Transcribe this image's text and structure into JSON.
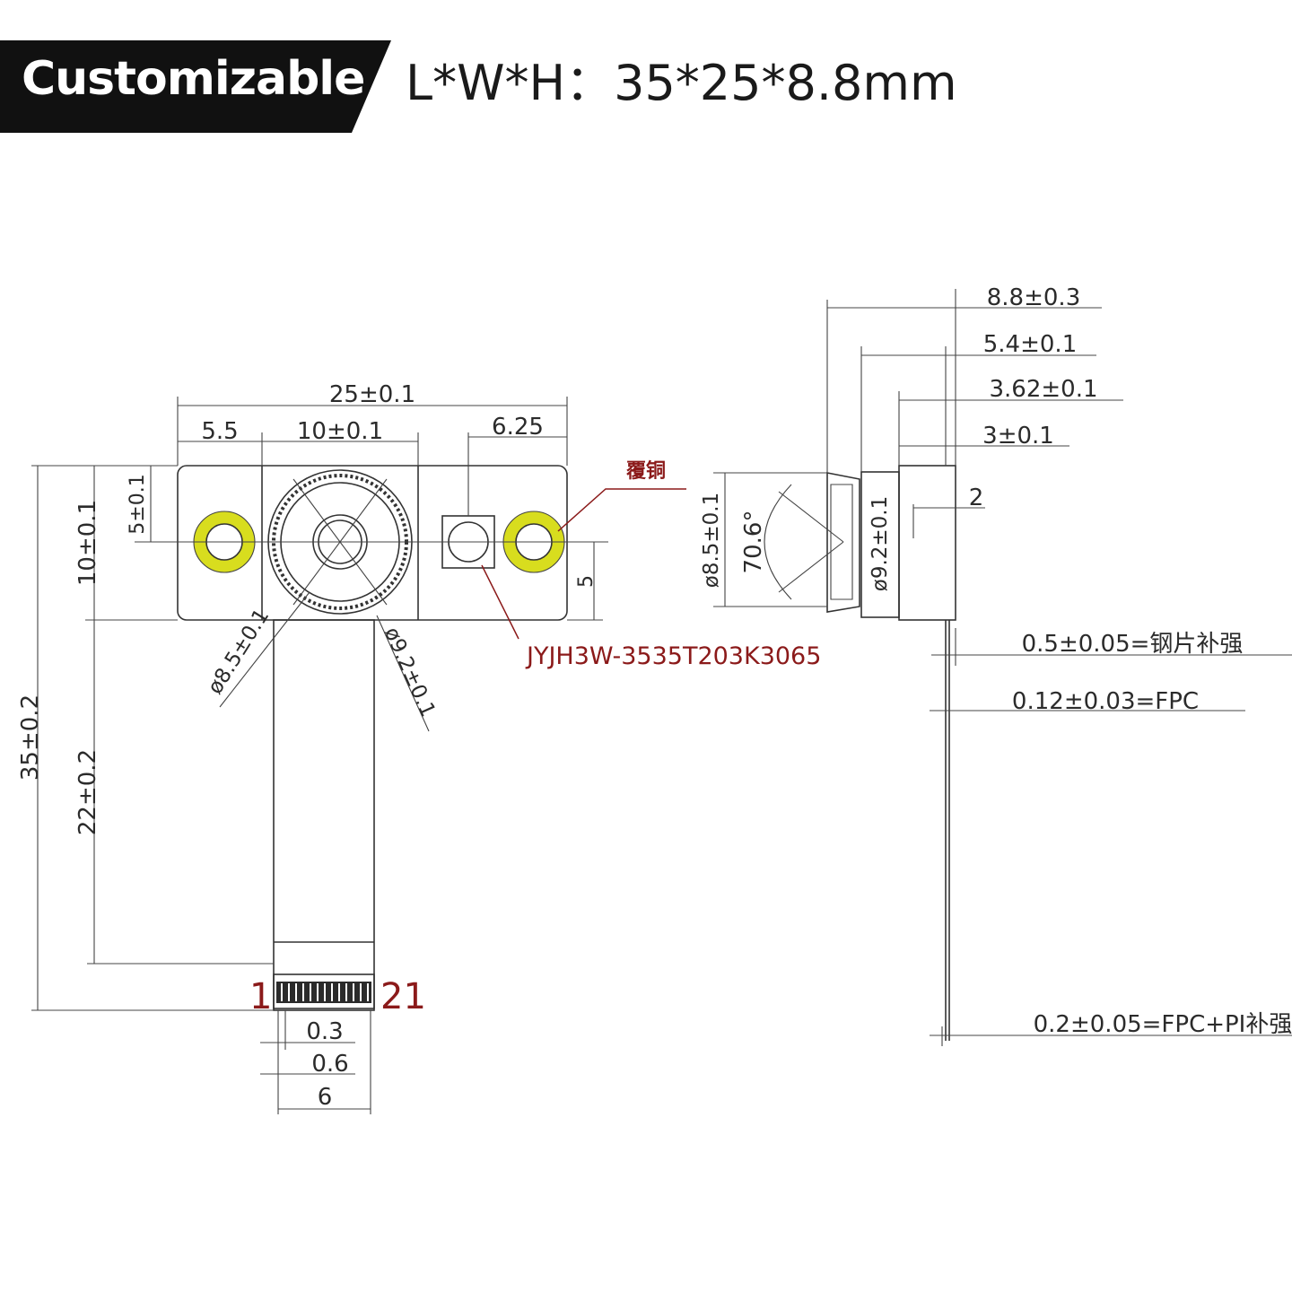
{
  "header": {
    "badge_label": "Customizable",
    "dimensions_label": "L*W*H：35*25*8.8mm"
  },
  "front_view": {
    "dim_total_width": "25±0.1",
    "dim_left": "5.5",
    "dim_center": "10±0.1",
    "dim_right": "6.25",
    "dim_height_board": "10±0.1",
    "dim_hole_offset": "5±0.1",
    "dim_right_offset": "5",
    "dim_total_length": "35±0.2",
    "dim_flex_length": "22±0.2",
    "dim_lens_small": "ø8.5±0.1",
    "dim_lens_large": "ø9.2±0.1",
    "copper_label": "覆铜",
    "part_number": "JYJH3W-3535T203K3065",
    "pin_first": "1",
    "pin_last": "21",
    "dim_pin_width": "0.3",
    "dim_pin_pitch": "0.6",
    "dim_connector_width": "6"
  },
  "side_view": {
    "dim_total_height": "8.8±0.3",
    "dim_lens_height": "5.4±0.1",
    "dim_holder_height": "3.62±0.1",
    "dim_base_height": "3±0.1",
    "dim_step": "2",
    "dim_lens_dia": "ø8.5±0.1",
    "dim_fov": "70.6°",
    "dim_holder_dia": "ø9.2±0.1",
    "note_steel": "0.5±0.05=钢片补强",
    "note_fpc": "0.12±0.03=FPC",
    "note_fpc_pi": "0.2±0.05=FPC+PI补强"
  },
  "colors": {
    "badge_bg": "#111111",
    "pad_ring": "#d8dd1e",
    "annotation_red": "#8b1a1a"
  }
}
